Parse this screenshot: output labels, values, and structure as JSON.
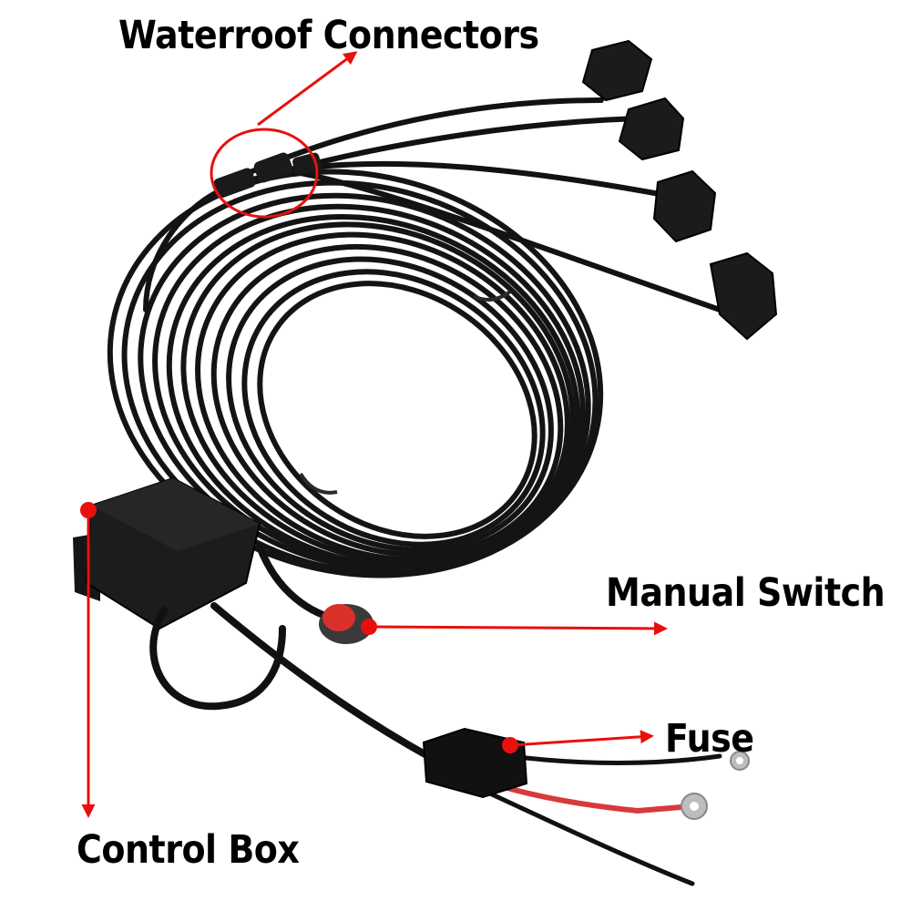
{
  "colors": {
    "background": "#ffffff",
    "cable": "#111111",
    "annotation": "#e8100c",
    "switch_cap": "#d9302a",
    "fuse_wire": "#d83a3a"
  },
  "labels": {
    "waterproof_connectors": "Waterroof Connectors",
    "manual_switch": "Manual Switch",
    "fuse": "Fuse",
    "control_box": "Control Box"
  },
  "components": {
    "light_pods": {
      "count": 4,
      "icon": "rock-light-pod-icon"
    },
    "connector": {
      "icon": "waterproof-connector-icon"
    },
    "control_box": {
      "icon": "control-box-icon"
    },
    "switch": {
      "icon": "push-button-switch-icon"
    },
    "fuse": {
      "icon": "inline-fuse-holder-icon"
    },
    "ring_terminal": {
      "icon": "ring-terminal-icon"
    }
  }
}
